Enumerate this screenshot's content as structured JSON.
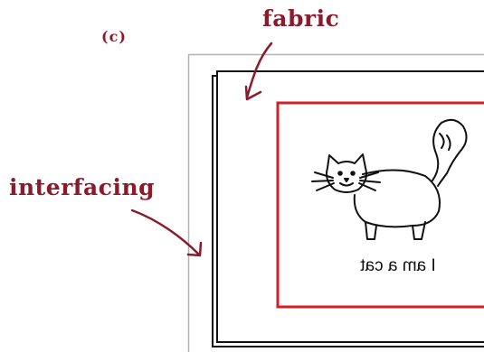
{
  "panel_label": "(c)",
  "callouts": {
    "fabric": "fabric",
    "interfacing": "interfacing"
  },
  "drawing_caption": "I am a cat",
  "colors": {
    "callout_text": "#8a1b2c",
    "arrow": "#8a1b2c",
    "interfacing_outline": "#b3b3b3",
    "fabric_outline": "#111111",
    "design_border": "#d21f26",
    "drawing_ink": "#111111"
  },
  "icons": {
    "drawing": "cat-drawing-icon"
  }
}
